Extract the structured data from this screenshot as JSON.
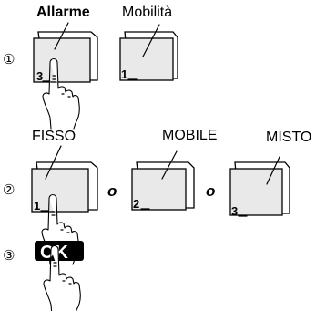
{
  "steps": [
    {
      "number": "①"
    },
    {
      "number": "②"
    },
    {
      "number": "③"
    }
  ],
  "step1": {
    "labels": [
      "Allarme",
      "Mobilità"
    ],
    "keys": [
      "3",
      "1"
    ]
  },
  "step2": {
    "labels": [
      "FISSO",
      "MOBILE",
      "MISTO"
    ],
    "keys": [
      "1",
      "2",
      "3"
    ],
    "separators": [
      "o",
      "o"
    ]
  },
  "step3": {
    "ok_label": "OK"
  }
}
